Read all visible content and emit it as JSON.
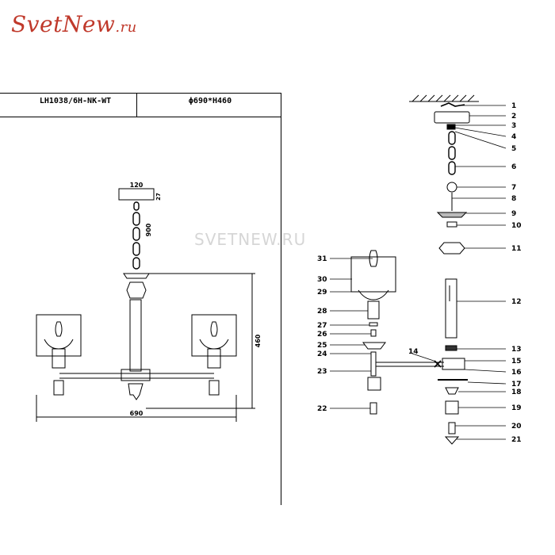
{
  "brand": {
    "logo_main": "SvetNew",
    "logo_suffix": ".ru"
  },
  "header": {
    "model": "LH1038/6H-NK-WT",
    "size": "ϕ690*H460"
  },
  "watermark": "SVETNEW.RU",
  "dimensions": {
    "canopy_width": "120",
    "canopy_height": "27",
    "chain_length": "900",
    "height": "460",
    "width": "690"
  },
  "part_numbers_right": [
    "1",
    "2",
    "3",
    "4",
    "5",
    "6",
    "7",
    "8",
    "9",
    "10",
    "11",
    "12",
    "13",
    "15",
    "16",
    "17",
    "18",
    "19",
    "20",
    "21"
  ],
  "part_numbers_left": [
    "31",
    "30",
    "29",
    "28",
    "27",
    "26",
    "25",
    "24",
    "23",
    "22"
  ],
  "part_number_14": "14"
}
